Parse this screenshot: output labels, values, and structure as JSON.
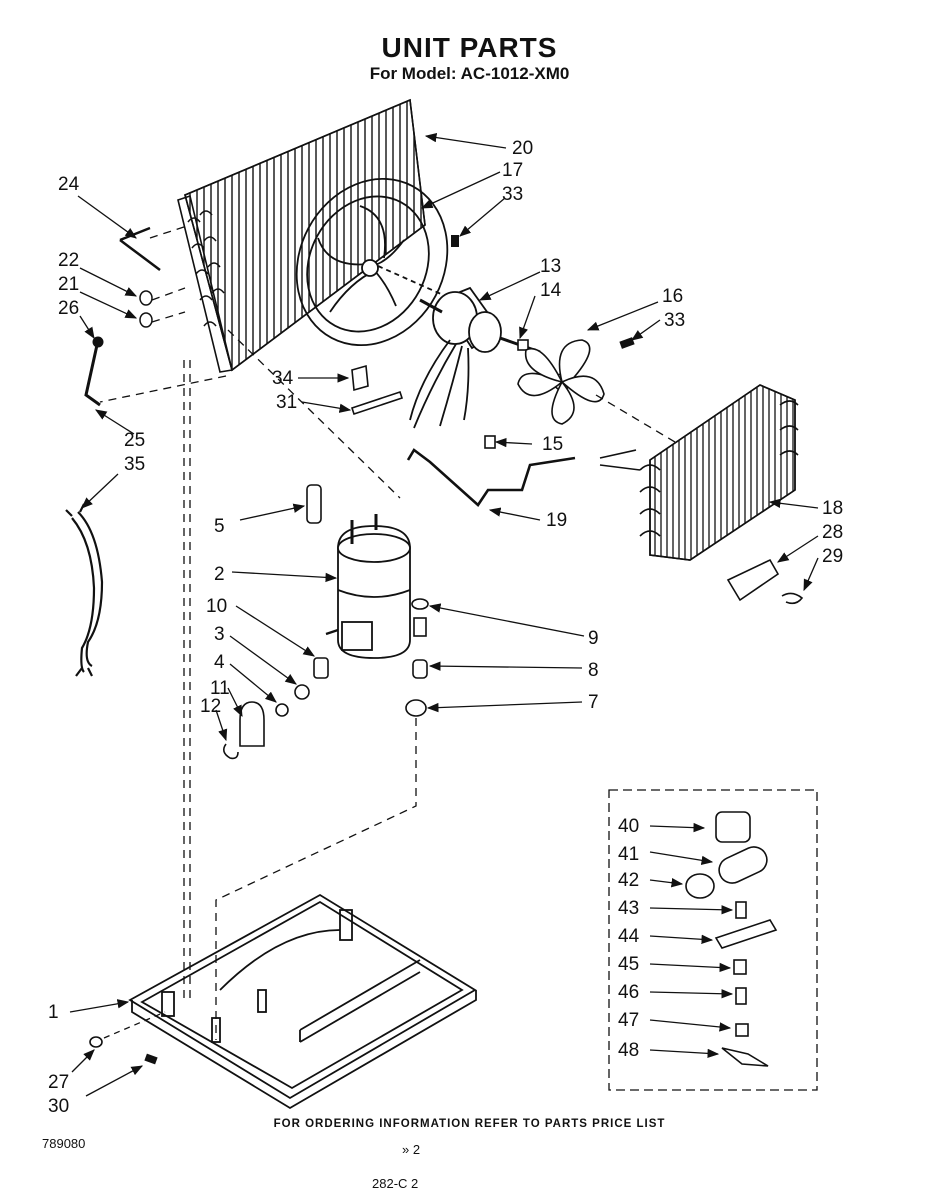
{
  "header": {
    "title": "UNIT PARTS",
    "subtitle": "For Model: AC-1012-XM0"
  },
  "footer": {
    "ordering_note": "FOR ORDERING INFORMATION REFER TO PARTS PRICE LIST",
    "document_number": "789080",
    "page_marker": "» 2",
    "bottom_stamp": "282-C 2"
  },
  "callouts": {
    "c1": "1",
    "c2": "2",
    "c3": "3",
    "c4": "4",
    "c5": "5",
    "c7": "7",
    "c8": "8",
    "c9": "9",
    "c10": "10",
    "c11": "11",
    "c12": "12",
    "c13": "13",
    "c14": "14",
    "c15": "15",
    "c16": "16",
    "c17": "17",
    "c18": "18",
    "c19": "19",
    "c20": "20",
    "c21": "21",
    "c22": "22",
    "c24": "24",
    "c25": "25",
    "c26": "26",
    "c27": "27",
    "c28": "28",
    "c29": "29",
    "c30": "30",
    "c31": "31",
    "c33a": "33",
    "c33b": "33",
    "c34": "34",
    "c35": "35"
  },
  "inset_callouts": {
    "c40": "40",
    "c41": "41",
    "c42": "42",
    "c43": "43",
    "c44": "44",
    "c45": "45",
    "c46": "46",
    "c47": "47",
    "c48": "48"
  }
}
